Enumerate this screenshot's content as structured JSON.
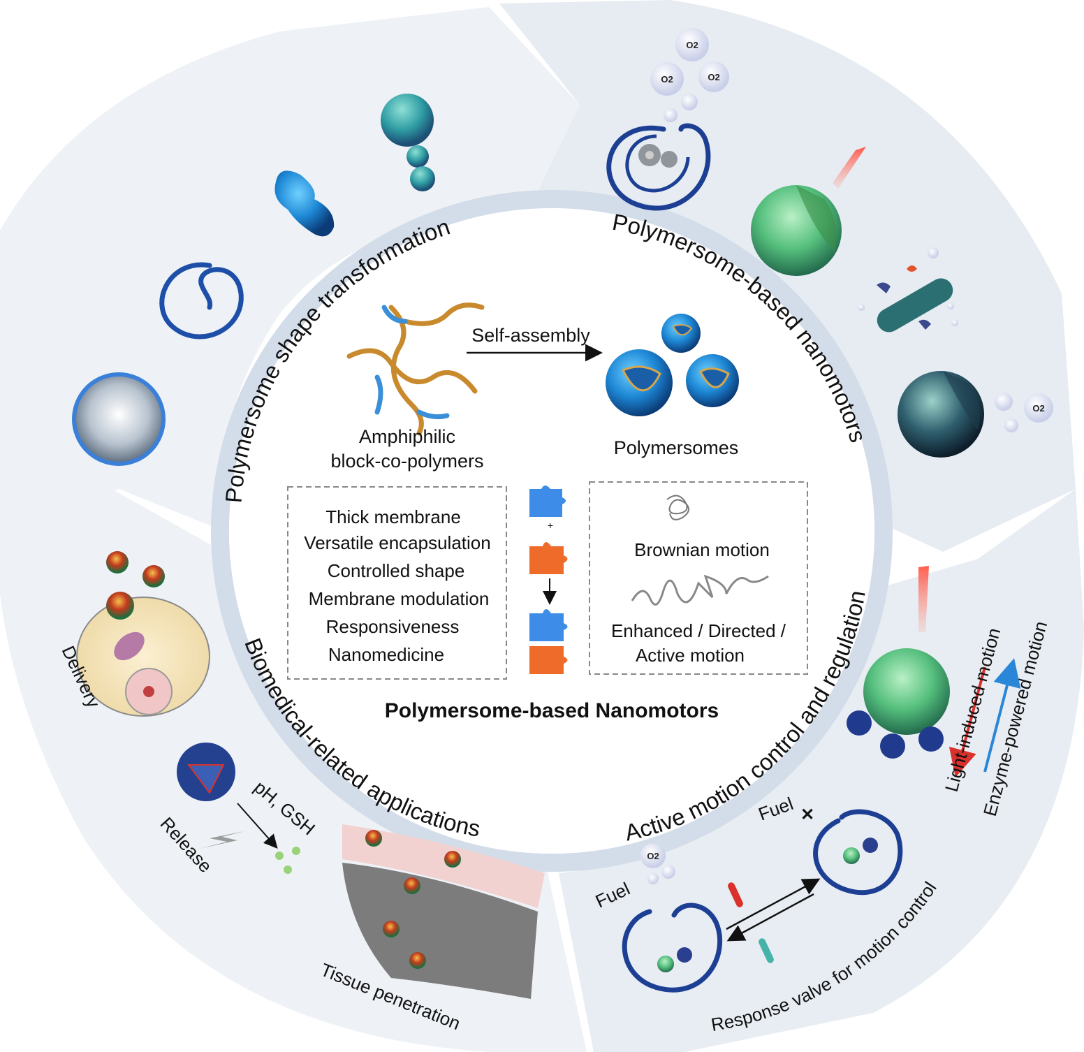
{
  "center": {
    "title": "Polymersome-based Nanomotors",
    "self_assembly": "Self-assembly",
    "amphiphilic_line1": "Amphiphilic",
    "amphiphilic_line2": "block-co-polymers",
    "polymersomes": "Polymersomes",
    "left_box": [
      "Thick membrane",
      "Versatile encapsulation",
      "Controlled shape",
      "Membrane modulation",
      "Responsiveness",
      "Nanomedicine"
    ],
    "right_box": {
      "brownian": "Brownian motion",
      "enhanced_line1": "Enhanced / Directed /",
      "enhanced_line2": "Active motion"
    }
  },
  "sections": {
    "shape": "Polymersome shape transformation",
    "nanomotors": "Polymersome-based nanomotors",
    "motion": "Active motion control and regulation",
    "biomedical": "Biomedical-related applications"
  },
  "labels": {
    "delivery": "Delivery",
    "release": "Release",
    "ph_gsh": "pH, GSH",
    "tissue": "Tissue penetration",
    "light": "Light-induced motion",
    "enzyme": "Enzyme-powered motion",
    "fuel": "Fuel",
    "valve": "Response valve for motion control",
    "o2": "O2"
  },
  "colors": {
    "background_band": "#e8edf3",
    "ring": "#d3dde9",
    "polymersome_blue": "#1f5fb0",
    "puzzle_blue": "#3d8de8",
    "puzzle_orange": "#ef6b2a",
    "light_red": "#e8362f",
    "arrow_blue": "#2a86d6"
  }
}
